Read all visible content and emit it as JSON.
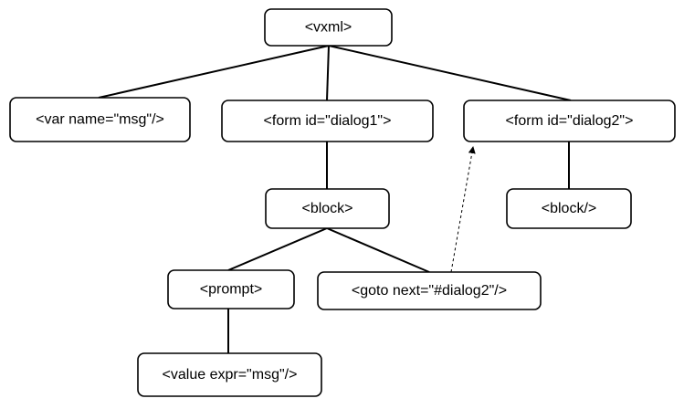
{
  "diagram": {
    "type": "tree",
    "nodes": {
      "vxml": "<vxml>",
      "var": "<var name=\"msg\"/>",
      "form1": "<form id=\"dialog1\">",
      "form2": "<form id=\"dialog2\">",
      "block1": "<block>",
      "block2": "<block/>",
      "prompt": "<prompt>",
      "goto": "<goto next=\"#dialog2\"/>",
      "value": "<value expr=\"msg\"/>"
    },
    "edges": [
      [
        "vxml",
        "var"
      ],
      [
        "vxml",
        "form1"
      ],
      [
        "vxml",
        "form2"
      ],
      [
        "form1",
        "block1"
      ],
      [
        "form2",
        "block2"
      ],
      [
        "block1",
        "prompt"
      ],
      [
        "block1",
        "goto"
      ],
      [
        "prompt",
        "value"
      ]
    ],
    "references": [
      {
        "from": "goto",
        "to": "form2",
        "style": "dashed-arrow"
      }
    ]
  }
}
